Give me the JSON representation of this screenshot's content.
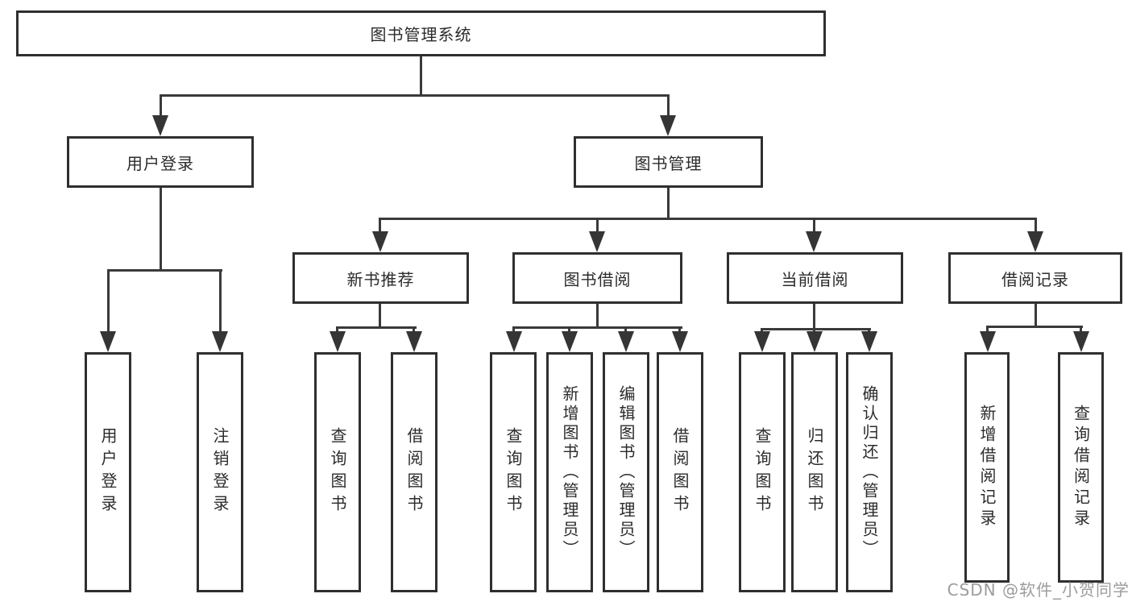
{
  "nodes": {
    "root": "图书管理系统",
    "level2": {
      "user_login": "用户登录",
      "book_mgmt": "图书管理"
    },
    "level3": {
      "new_book_rec": "新书推荐",
      "book_borrow": "图书借阅",
      "current_borrow": "当前借阅",
      "borrow_record": "借阅记录"
    },
    "leaves": {
      "user_login": "用户登录",
      "logout": "注销登录",
      "rec_query_book": "查询图书",
      "rec_borrow_book": "借阅图书",
      "bb_query_book": "查询图书",
      "bb_add_book": "新增图书（管理员）",
      "bb_edit_book": "编辑图书（管理员）",
      "bb_borrow_book": "借阅图书",
      "cb_query_book": "查询图书",
      "cb_return_book": "归还图书",
      "cb_confirm_return": "确认归还（管理员）",
      "br_add_record": "新增借阅记录",
      "br_query_record": "查询借阅记录"
    }
  },
  "watermark": "CSDN @软件_小贺同学",
  "colors": {
    "line": "#3a3a3a",
    "box_border": "#2f2f2f",
    "text": "#2b2b2b",
    "watermark": "#9c9c9c",
    "background": "#ffffff"
  }
}
